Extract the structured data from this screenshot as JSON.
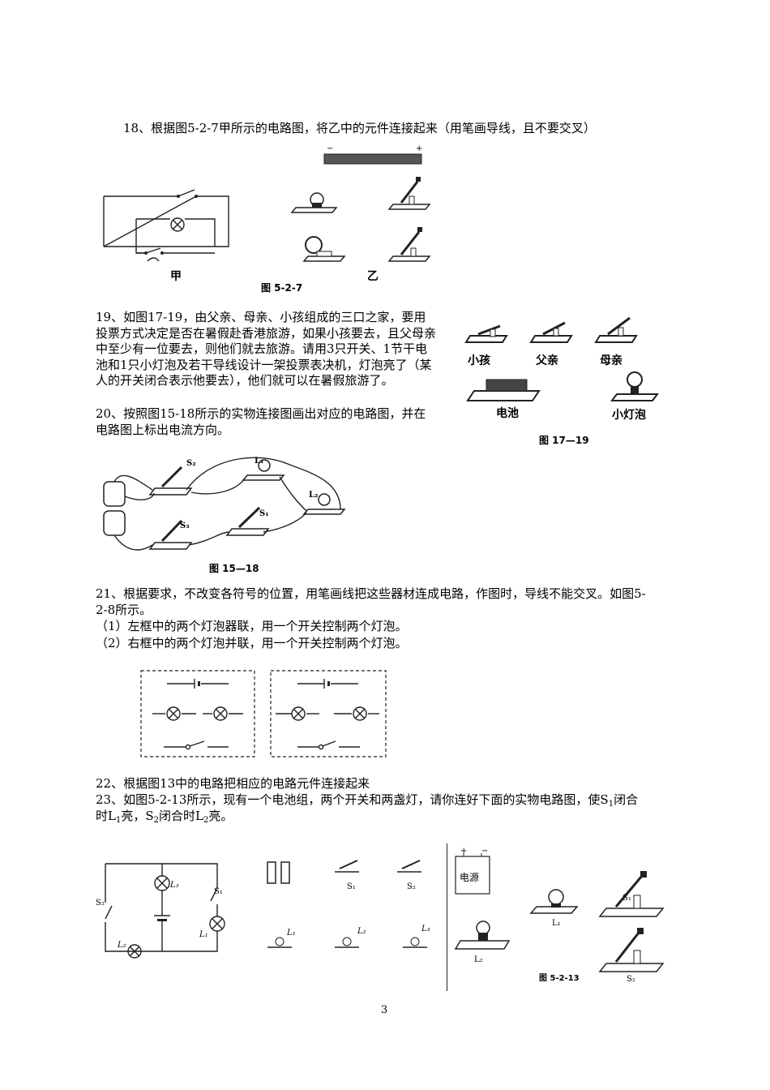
{
  "q18": {
    "text": "18、根据图5-2-7甲所示的电路图，将乙中的元件连接起来（用笔画导线，且不要交叉）",
    "label_jia": "甲",
    "label_yi": "乙",
    "caption": "图 5-2-7"
  },
  "q19": {
    "text": "19、如图17-19，由父亲、母亲、小孩组成的三口之家，要用投票方式决定是否在暑假赴香港旅游，如果小孩要去，且父母亲中至少有一位要去，则他们就去旅游。请用3只开关、1节干电池和1只小灯泡及若干导线设计一架投票表决机，灯泡亮了（某人的开关闭合表示他要去），他们就可以在暑假旅游了。",
    "label_child": "小孩",
    "label_father": "父亲",
    "label_mother": "母亲",
    "label_battery": "电池",
    "label_bulb": "小灯泡",
    "caption": "图 17—19"
  },
  "q20": {
    "text": "20、按照图15-18所示的实物连接图画出对应的电路图，并在电路图上标出电流方向。",
    "s1": "S₁",
    "s2": "S₂",
    "s3": "S₃",
    "l1": "L₁",
    "l2": "L₂",
    "caption": "图 15—18"
  },
  "q21": {
    "line1": "21、根据要求，不改变各符号的位置，用笔画线把这些器材连成电路，作图时，导线不能交叉。如图5-",
    "line2": "2-8所示。",
    "item1": "（1）左框中的两个灯泡器联，用一个开关控制两个灯泡。",
    "item2": "（2）右框中的两个灯泡并联，用一个开关控制两个灯泡。"
  },
  "q22": {
    "text": "22、根据图13中的电路把相应的电路元件连接起来"
  },
  "q23": {
    "line1_pre": "23、如图5-2-13所示，现有一个电池组，两个开关和两盏灯，请你连好下面的实物电路图，使S",
    "line1_sub": "1",
    "line1_post": "闭合",
    "line2_a": "时L",
    "line2_sub1": "1",
    "line2_b": "亮，S",
    "line2_sub2": "2",
    "line2_c": "闭合时L",
    "line2_sub3": "2",
    "line2_d": "亮。",
    "s1": "S₁",
    "s2": "S₂",
    "l1": "L₁",
    "l2": "L₂",
    "l3": "L₃",
    "power": "电源",
    "caption": "图 5-2-13"
  },
  "page_number": "3"
}
